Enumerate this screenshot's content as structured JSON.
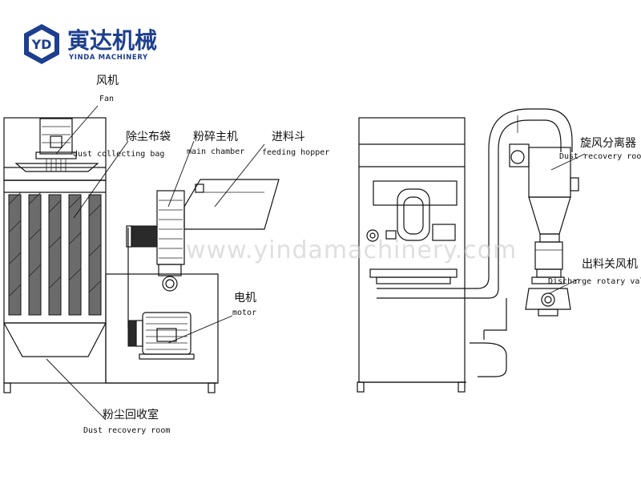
{
  "logo": {
    "brand_cn": "寅达机械",
    "brand_en": "YINDA MACHINERY",
    "color": "#1d3f8f"
  },
  "watermark": "www.yindamachinery.com",
  "labels": {
    "fan": {
      "cn": "风机",
      "en": "Fan"
    },
    "dust_bag": {
      "cn": "除尘布袋",
      "en": "dust collecting bag"
    },
    "main_chamber": {
      "cn": "粉碎主机",
      "en": "main chamber"
    },
    "hopper": {
      "cn": "进料斗",
      "en": "feeding hopper"
    },
    "motor": {
      "cn": "电机",
      "en": "motor"
    },
    "dust_room": {
      "cn": "粉尘回收室",
      "en": "Dust recovery room"
    },
    "cyclone": {
      "cn": "旋风分离器",
      "en": "Dust recovery room"
    },
    "rotary_valve": {
      "cn": "出料关风机",
      "en": "Discharge rotary valve"
    }
  }
}
